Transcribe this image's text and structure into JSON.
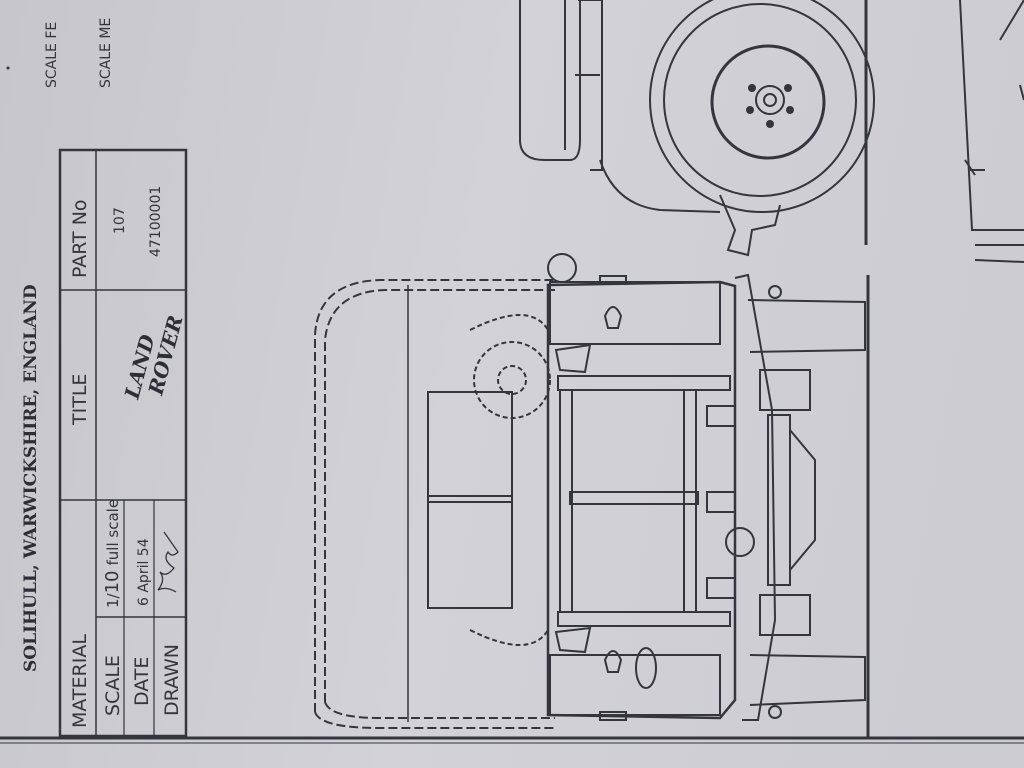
{
  "header": {
    "company_line": "SOLIHULL, WARWICKSHIRE, ENGLAND"
  },
  "title_block": {
    "rows": [
      {
        "label": "MATERIAL",
        "value": ""
      },
      {
        "label": "SCALE",
        "value": "1/10 full scale",
        "value_numerator": "1",
        "value_denominator": "10",
        "value_suffix": "full scale"
      },
      {
        "label": "DATE",
        "value": "6 April 54"
      },
      {
        "label": "DRAWN",
        "value": ""
      }
    ],
    "title_label": "TITLE",
    "title_logo_line1": "LAND",
    "title_logo_line2": "ROVER",
    "part_no_label": "PART No",
    "part_no_values": [
      "107",
      "47100001"
    ]
  },
  "top_right_labels": [
    "SCALE FE",
    "SCALE ME"
  ],
  "colors": {
    "ink": "#35353d",
    "paper": "#cdcdd2"
  }
}
